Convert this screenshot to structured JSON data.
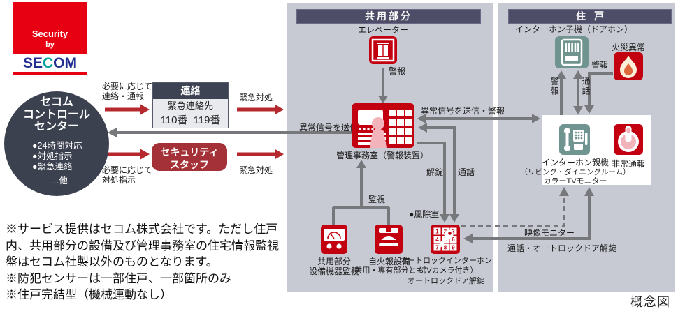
{
  "logo": {
    "security": "Security",
    "by": "by",
    "word_se": "SE",
    "word_c": "C",
    "word_om": "OM"
  },
  "control_center": {
    "title1": "セコム",
    "title2": "コントロール",
    "title3": "センター",
    "bullet1": "●24時間対応",
    "bullet2": "●対処指示",
    "bullet3": "●緊急連絡",
    "more": "…他"
  },
  "left_flow": {
    "need_contact1": "必要に応じて",
    "need_contact2": "連絡・通報",
    "contact_header": "連絡",
    "emergency_contacts": "緊急連絡先",
    "number1": "110番",
    "number2": "119番",
    "emergency_response_top": "緊急対処",
    "signal_send": "異常信号を送信",
    "staff1": "セキュリティ",
    "staff2": "スタッフ",
    "need_instruct1": "必要に応じて",
    "need_instruct2": "対処指示",
    "emergency_response_bottom": "緊急対処"
  },
  "common_area": {
    "header": "共用部分",
    "elevator": "エレベーター",
    "elevator_alarm": "警報",
    "office_label": "管理事務室（警報装置）",
    "monitor": "監視",
    "unlock": "解錠",
    "call": "通話",
    "vestibule": "●風除室",
    "facility1": "共用部分",
    "facility2": "設備機器監視",
    "fire_system1": "自火報設備",
    "fire_system2": "（共用・専有部分とも）",
    "autolock1": "オートロックインターホン",
    "autolock2": "（TVカメラ付き）",
    "autolock3": "オートロックドア解錠",
    "keypad_digits": [
      "1",
      "2",
      "3",
      "4",
      "5",
      "6",
      "7",
      "8",
      "9"
    ]
  },
  "signals": {
    "abnormal_send_alarm": "異常信号を送信・警報",
    "video_monitor": "映像モニター",
    "call_unlock": "通話・オートロックドア解錠"
  },
  "dwelling": {
    "header": "住戸",
    "doorphone": "インターホン子機（ドアホン）",
    "fire_abnormal": "火災異常",
    "alarm_vertical": "警報",
    "call_vertical": "通話",
    "fire_alarm_label": "警報",
    "parent1": "インターホン親機",
    "parent2": "（リビング・ダイニングルーム）",
    "parent3": "カラーTVモニター",
    "emergency_report": "非常通報"
  },
  "notes": {
    "line1": "※サービス提供はセコム株式会社です。ただし住戸",
    "line2": "内、共用部分の設備及び管理事務室の住宅情報監視",
    "line3": "盤はセコム社製以外のものとなります。",
    "line4": "※防犯センサーは一部住戸、一部箇所のみ",
    "line5": "※住戸完結型（機械連動なし）"
  },
  "caption": "概念図",
  "colors": {
    "secom_red": "#e60012",
    "icon_red": "#c2000f",
    "arrow_red": "#b4282e",
    "staff_red": "#a43137",
    "header_navy": "#4e4d68",
    "circle_navy": "#3c4150",
    "panel_gray": "#c7c9d3",
    "line_gray": "#77787c",
    "teal": "#70948f",
    "logo_blue": "#232f8e",
    "logo_teal": "#00a29a",
    "person_pink": "#f3b3bb"
  }
}
